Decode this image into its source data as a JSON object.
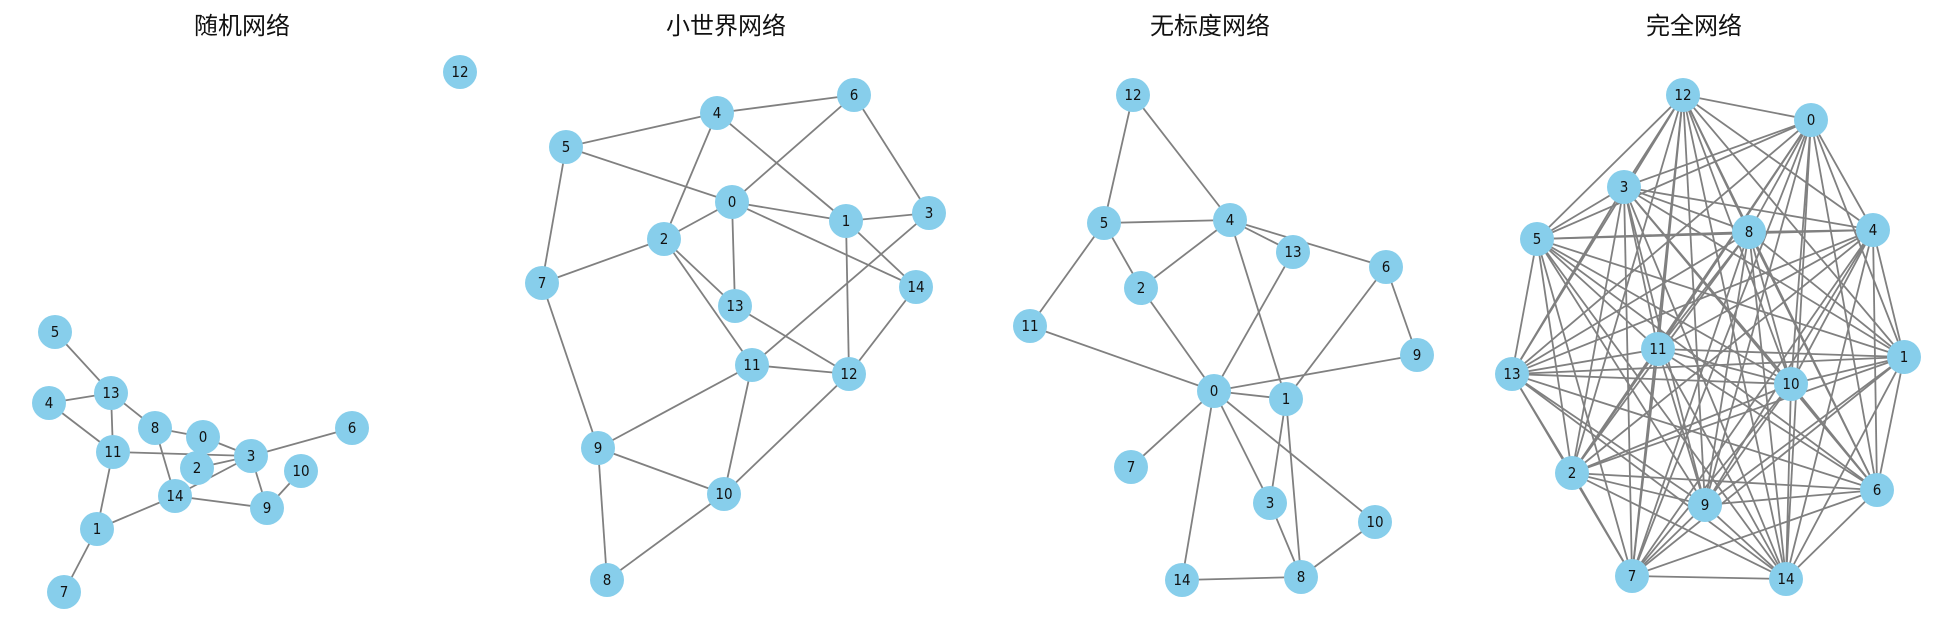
{
  "figure": {
    "node_color": "#87CEEB",
    "edge_color": "#808080",
    "label_color": "#111111",
    "background": "#ffffff"
  },
  "graphs": [
    {
      "id": "random",
      "title": "随机网络",
      "nodes": [
        "0",
        "1",
        "2",
        "3",
        "4",
        "5",
        "6",
        "7",
        "8",
        "9",
        "10",
        "11",
        "12",
        "13",
        "14"
      ],
      "edges": [
        [
          "5",
          "13"
        ],
        [
          "4",
          "13"
        ],
        [
          "4",
          "11"
        ],
        [
          "13",
          "11"
        ],
        [
          "13",
          "8"
        ],
        [
          "8",
          "0"
        ],
        [
          "8",
          "14"
        ],
        [
          "11",
          "3"
        ],
        [
          "11",
          "1"
        ],
        [
          "1",
          "7"
        ],
        [
          "1",
          "14"
        ],
        [
          "14",
          "3"
        ],
        [
          "14",
          "9"
        ],
        [
          "0",
          "3"
        ],
        [
          "2",
          "3"
        ],
        [
          "3",
          "6"
        ],
        [
          "3",
          "9"
        ],
        [
          "9",
          "10"
        ]
      ]
    },
    {
      "id": "small-world",
      "title": "小世界网络",
      "nodes": [
        "0",
        "1",
        "2",
        "3",
        "4",
        "5",
        "6",
        "7",
        "8",
        "9",
        "10",
        "11",
        "12",
        "13",
        "14"
      ],
      "edges": [
        [
          "5",
          "4"
        ],
        [
          "4",
          "6"
        ],
        [
          "5",
          "0"
        ],
        [
          "5",
          "7"
        ],
        [
          "4",
          "2"
        ],
        [
          "4",
          "1"
        ],
        [
          "6",
          "0"
        ],
        [
          "6",
          "3"
        ],
        [
          "0",
          "2"
        ],
        [
          "0",
          "1"
        ],
        [
          "0",
          "13"
        ],
        [
          "0",
          "14"
        ],
        [
          "1",
          "3"
        ],
        [
          "1",
          "12"
        ],
        [
          "1",
          "14"
        ],
        [
          "2",
          "7"
        ],
        [
          "2",
          "13"
        ],
        [
          "2",
          "11"
        ],
        [
          "3",
          "11"
        ],
        [
          "14",
          "12"
        ],
        [
          "13",
          "12"
        ],
        [
          "11",
          "12"
        ],
        [
          "11",
          "9"
        ],
        [
          "11",
          "10"
        ],
        [
          "7",
          "9"
        ],
        [
          "9",
          "10"
        ],
        [
          "9",
          "8"
        ],
        [
          "10",
          "8"
        ],
        [
          "12",
          "10"
        ]
      ]
    },
    {
      "id": "scale-free",
      "title": "无标度网络",
      "nodes": [
        "0",
        "1",
        "2",
        "3",
        "4",
        "5",
        "6",
        "7",
        "8",
        "9",
        "10",
        "11",
        "12",
        "13",
        "14"
      ],
      "edges": [
        [
          "12",
          "5"
        ],
        [
          "12",
          "4"
        ],
        [
          "5",
          "4"
        ],
        [
          "5",
          "2"
        ],
        [
          "5",
          "11"
        ],
        [
          "4",
          "2"
        ],
        [
          "4",
          "13"
        ],
        [
          "4",
          "6"
        ],
        [
          "4",
          "1"
        ],
        [
          "2",
          "0"
        ],
        [
          "11",
          "0"
        ],
        [
          "13",
          "0"
        ],
        [
          "6",
          "9"
        ],
        [
          "6",
          "1"
        ],
        [
          "0",
          "1"
        ],
        [
          "0",
          "9"
        ],
        [
          "0",
          "7"
        ],
        [
          "0",
          "3"
        ],
        [
          "0",
          "10"
        ],
        [
          "0",
          "14"
        ],
        [
          "1",
          "3"
        ],
        [
          "1",
          "8"
        ],
        [
          "3",
          "8"
        ],
        [
          "14",
          "8"
        ],
        [
          "8",
          "10"
        ]
      ]
    },
    {
      "id": "complete",
      "title": "完全网络",
      "nodes": [
        "0",
        "1",
        "2",
        "3",
        "4",
        "5",
        "6",
        "7",
        "8",
        "9",
        "10",
        "11",
        "12",
        "13",
        "14"
      ],
      "edges": "all-pairs"
    }
  ]
}
